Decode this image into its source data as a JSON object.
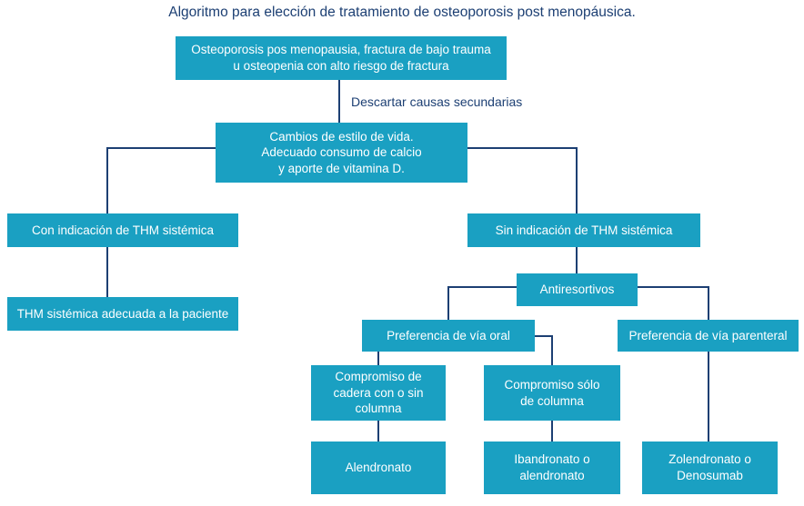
{
  "title": "Algoritmo para elección de tratamiento de osteoporosis post menopáusica.",
  "edge_label": "Descartar causas secundarias",
  "nodes": {
    "root": "Osteoporosis pos menopausia, fractura de bajo trauma\nu osteopenia con alto riesgo de fractura",
    "lifestyle": "Cambios de estilo de vida.\nAdecuado consumo de calcio\ny aporte de vitamina D.",
    "with_thm": "Con indicación de THM sistémica",
    "without_thm": "Sin indicación de THM sistémica",
    "thm_adequate": "THM sistémica adecuada a la paciente",
    "antiresorptive": "Antiresortivos",
    "oral": "Preferencia de vía oral",
    "parenteral": "Preferencia de vía parenteral",
    "hip": "Compromiso de\ncadera con o sin\ncolumna",
    "spine": "Compromiso sólo\nde columna",
    "alendronate": "Alendronato",
    "ibandronate": "Ibandronato o\nalendronato",
    "zoledronate": "Zolendronato o\nDenosumab"
  },
  "colors": {
    "box_fill": "#1aa0c2",
    "box_text": "#ffffff",
    "line": "#1c3f73",
    "title_text": "#1c3f73"
  }
}
